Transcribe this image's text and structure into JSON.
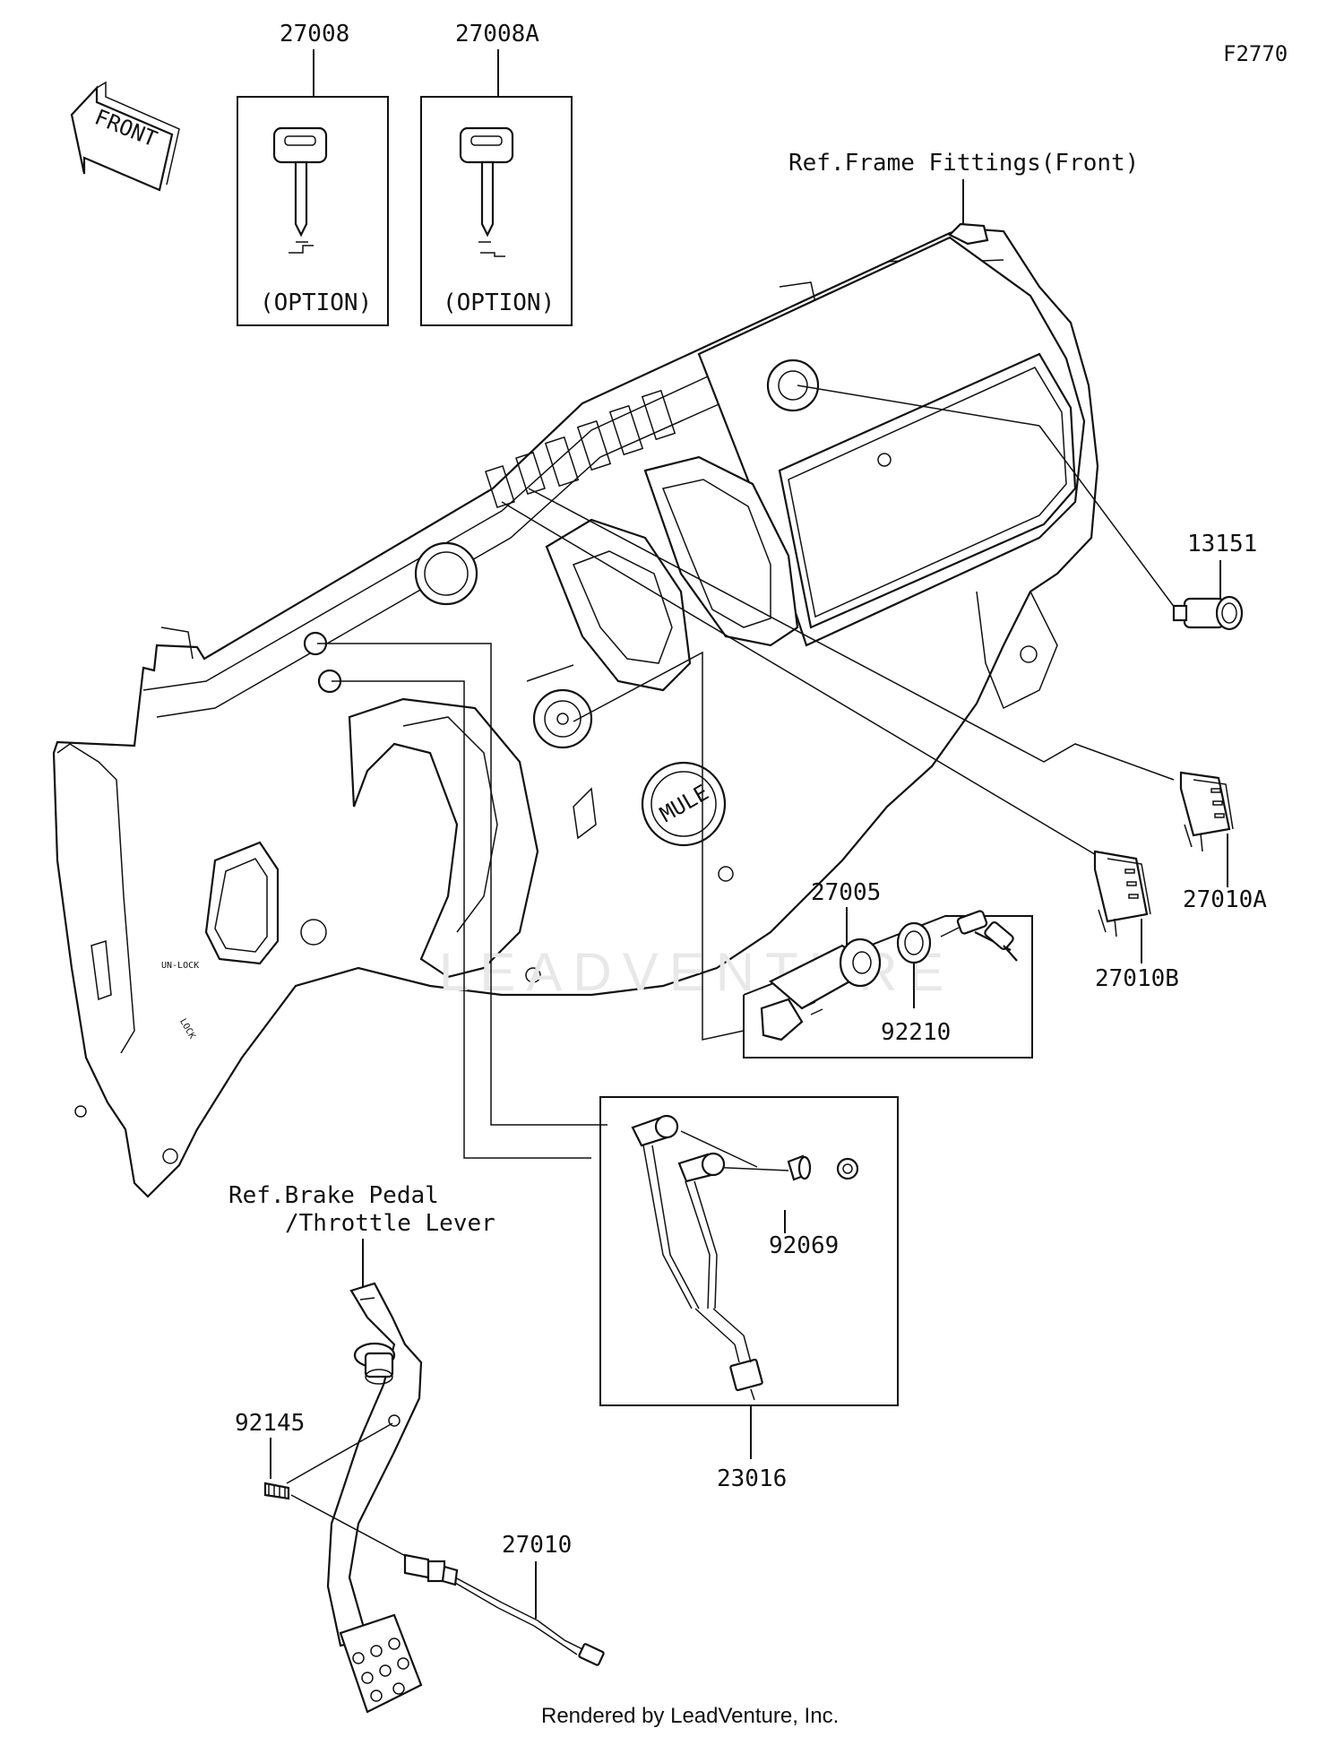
{
  "figure_code": "F2770",
  "front_label": "FRONT",
  "refs": {
    "frame": "Ref.Frame Fittings(Front)",
    "brake_line1": "Ref.Brake Pedal",
    "brake_line2": "/Throttle Lever"
  },
  "keys": {
    "key1_part": "27008",
    "key2_part": "27008A",
    "option_text": "(OPTION)"
  },
  "dash_text": {
    "logo": "MULE",
    "lock": "LOCK",
    "unlock": "UN-LOCK"
  },
  "parts": [
    {
      "id": "13151"
    },
    {
      "id": "27010A"
    },
    {
      "id": "27010B"
    },
    {
      "id": "27005"
    },
    {
      "id": "92210"
    },
    {
      "id": "92069"
    },
    {
      "id": "23016"
    },
    {
      "id": "92145"
    },
    {
      "id": "27010"
    }
  ],
  "footer": "Rendered by LeadVenture, Inc.",
  "watermark": "LEADVENTURE"
}
